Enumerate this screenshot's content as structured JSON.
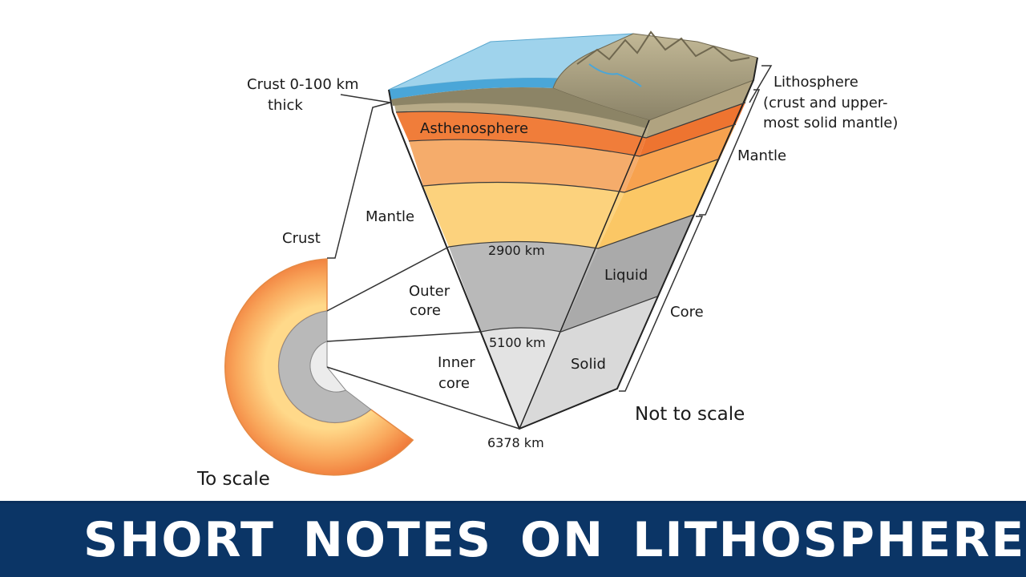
{
  "diagram": {
    "crust_thickness_label": [
      "Crust 0-100 km",
      "thick"
    ],
    "lithosphere_label": [
      "Lithosphere",
      "(crust and upper-",
      "most solid mantle)"
    ],
    "asthenosphere_label": "Asthenosphere",
    "mantle_label_left": "Mantle",
    "mantle_label_right": "Mantle",
    "crust_label": "Crust",
    "outer_core_label": [
      "Outer",
      "core"
    ],
    "inner_core_label": [
      "Inner",
      "core"
    ],
    "liquid_label": "Liquid",
    "solid_label": "Solid",
    "core_label": "Core",
    "depth_labels": {
      "mantle_core_boundary": "2900 km",
      "inner_core_boundary": "5100 km",
      "center": "6378 km"
    },
    "not_to_scale_label": "Not to scale",
    "to_scale_label": "To scale",
    "colors": {
      "ocean": "#9fd3ec",
      "crust": "#b5a98a",
      "asthenosphere": "#f07d3a",
      "upper_mantle": "#f5ac6b",
      "lower_mantle": "#fcd27d",
      "outer_core": "#b9b9b9",
      "inner_core": "#e3e3e3",
      "mountains": "#a39a7a"
    }
  },
  "banner": {
    "title": "SHORT NOTES ON LITHOSPHERE",
    "background": "#0b3566"
  }
}
